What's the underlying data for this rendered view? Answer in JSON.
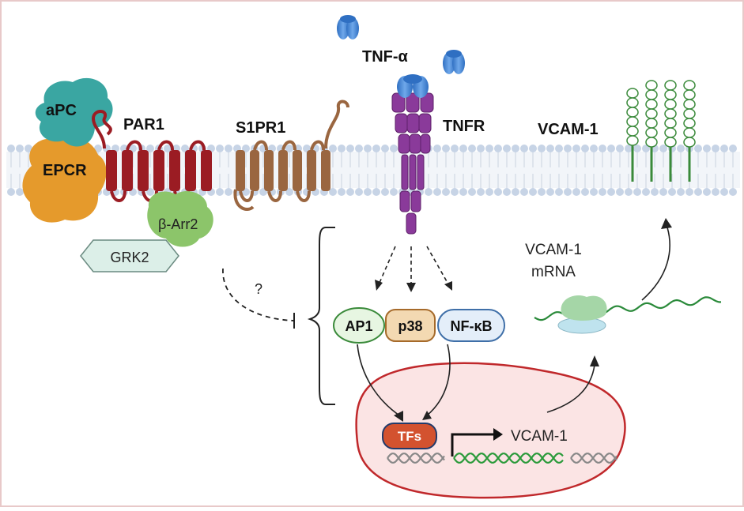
{
  "labels": {
    "apc": "aPC",
    "par1": "PAR1",
    "epcr": "EPCR",
    "s1pr1": "S1PR1",
    "tnf_alpha": "TNF-α",
    "tnfr": "TNFR",
    "vcam1_receptor": "VCAM-1",
    "beta_arr2": "β-Arr2",
    "grk2": "GRK2",
    "question": "?",
    "ap1": "AP1",
    "p38": "p38",
    "nfkb": "NF-κB",
    "mrna_line1": "VCAM-1",
    "mrna_line2": "mRNA",
    "tfs": "TFs",
    "gene": "VCAM-1"
  },
  "colors": {
    "membrane_head": "#c7d4e6",
    "membrane_tail": "#dde5ef",
    "apc": "#3aa6a2",
    "epcr": "#e59a2c",
    "par1": "#9b1c23",
    "s1pr1": "#9a6640",
    "tnfr": "#8a3a9a",
    "tnf": "#3f7ccf",
    "vcam": "#3a8a3a",
    "arrestin": "#8cc56a",
    "grk2_fill": "#dcefe8",
    "nucleus_fill": "#fbe4e4",
    "nucleus_stroke": "#c0282b",
    "tfs": "#d3522f",
    "dna_green": "#2a9a3a",
    "dna_gray": "#888888",
    "ribosome": "#a5d6a7"
  },
  "icons": [
    "tnf-trimer-icon",
    "ribosome-icon",
    "dna-helix-icon",
    "transcription-start-arrow-icon",
    "inhibition-bar-icon"
  ]
}
